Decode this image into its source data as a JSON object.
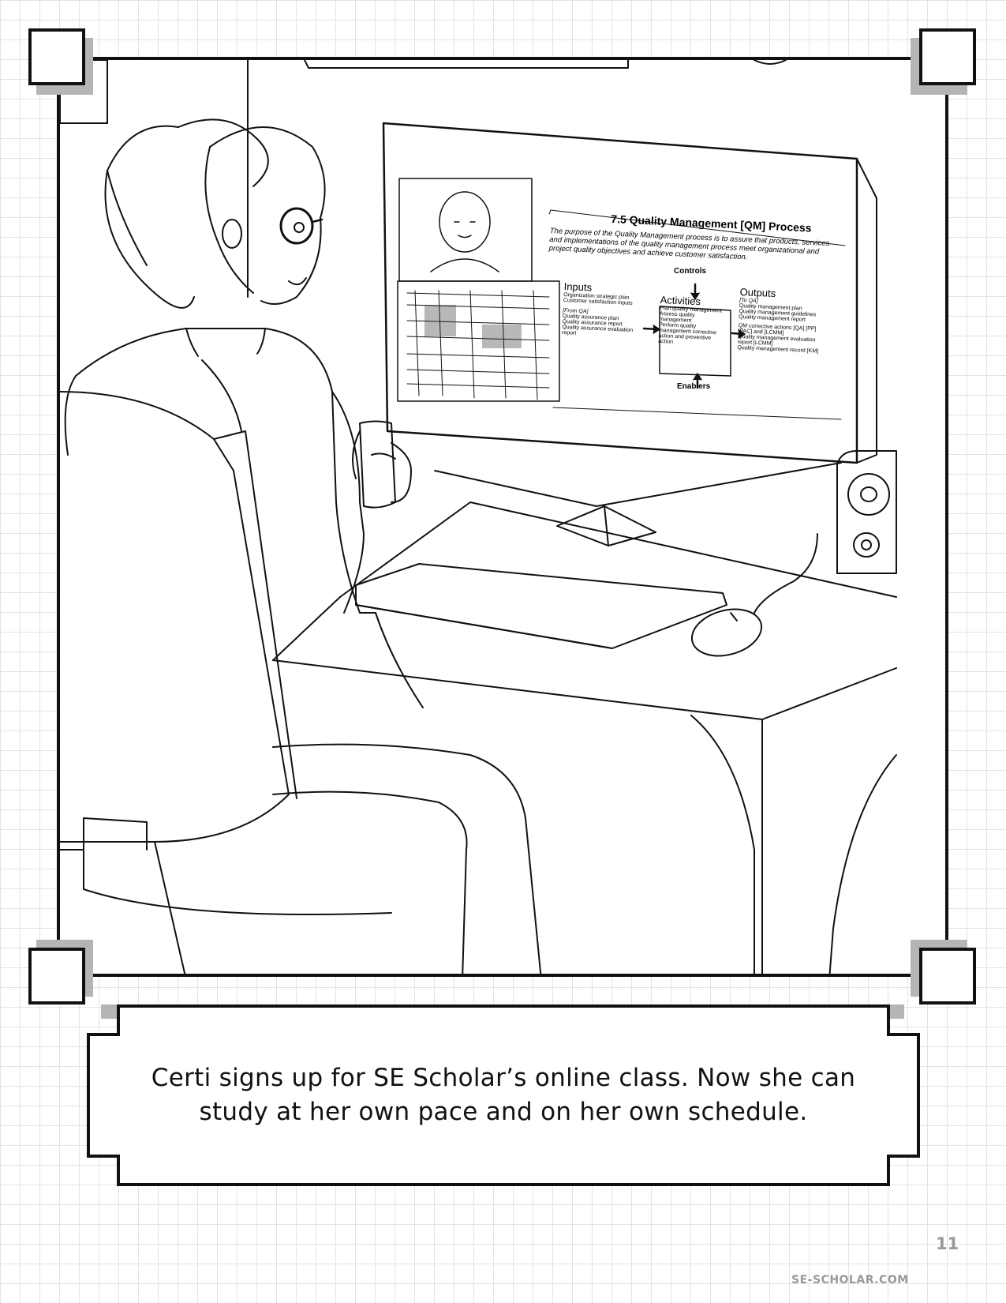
{
  "caption": {
    "line1": "Certi signs up for SE Scholar’s online class. Now she can",
    "line2": "study at her own pace and on her own schedule."
  },
  "footer": {
    "site": "SE-SCHOLAR.COM",
    "page_number": "11"
  },
  "monitor_screen": {
    "title": "7.5 Quality Management [QM] Process",
    "purpose_text": [
      "The purpose of the Quality Management process is to assure that products, services",
      "and implementations of the quality management process meet organizational and",
      "project quality objectives and achieve customer satisfaction."
    ],
    "controls_label": "Controls",
    "enablers_label": "Enablers",
    "activities": {
      "heading": "Activities",
      "items": [
        "Plan quality management",
        "Assess quality management",
        "Perform quality management corrective action and preventive action"
      ]
    },
    "inputs": {
      "heading": "Inputs",
      "items": [
        "Organization strategic plan",
        "Customer satisfaction inputs",
        "[From QA]",
        "Quality assurance plan",
        "Quality assurance report",
        "Quality assurance evaluation report"
      ]
    },
    "outputs": {
      "heading": "Outputs",
      "items": [
        "[To QA]",
        "Quality management plan",
        "Quality management guidelines",
        "Quality management report",
        "QM corrective actions [QA] [PP] [PAC] and [LCMM]",
        "Quality management evaluation report [LCMM]",
        "Quality management record [KM]"
      ]
    }
  }
}
